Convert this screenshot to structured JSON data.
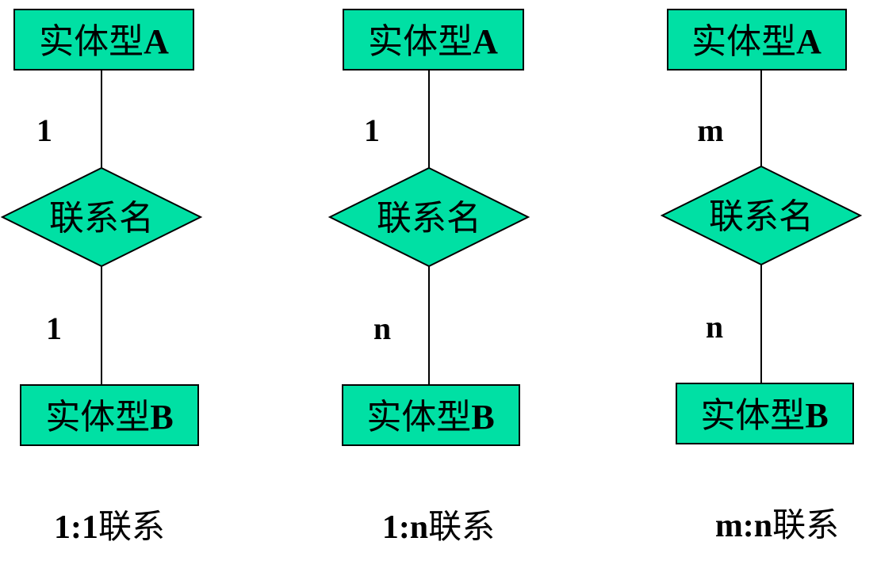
{
  "colors": {
    "fill": "#00e0a4",
    "stroke": "#000000",
    "background": "#ffffff"
  },
  "entity_prefix": "实体型",
  "relationship_label": "联系名",
  "diagrams": [
    {
      "entity_a": "A",
      "entity_b": "B",
      "card_a": "1",
      "card_b": "1",
      "caption_ratio": "1:1",
      "caption_suffix": "联系"
    },
    {
      "entity_a": "A",
      "entity_b": "B",
      "card_a": "1",
      "card_b": "n",
      "caption_ratio": "1:n",
      "caption_suffix": "联系"
    },
    {
      "entity_a": "A",
      "entity_b": "B",
      "card_a": "m",
      "card_b": "n",
      "caption_ratio": "m:n",
      "caption_suffix": "联系"
    }
  ]
}
